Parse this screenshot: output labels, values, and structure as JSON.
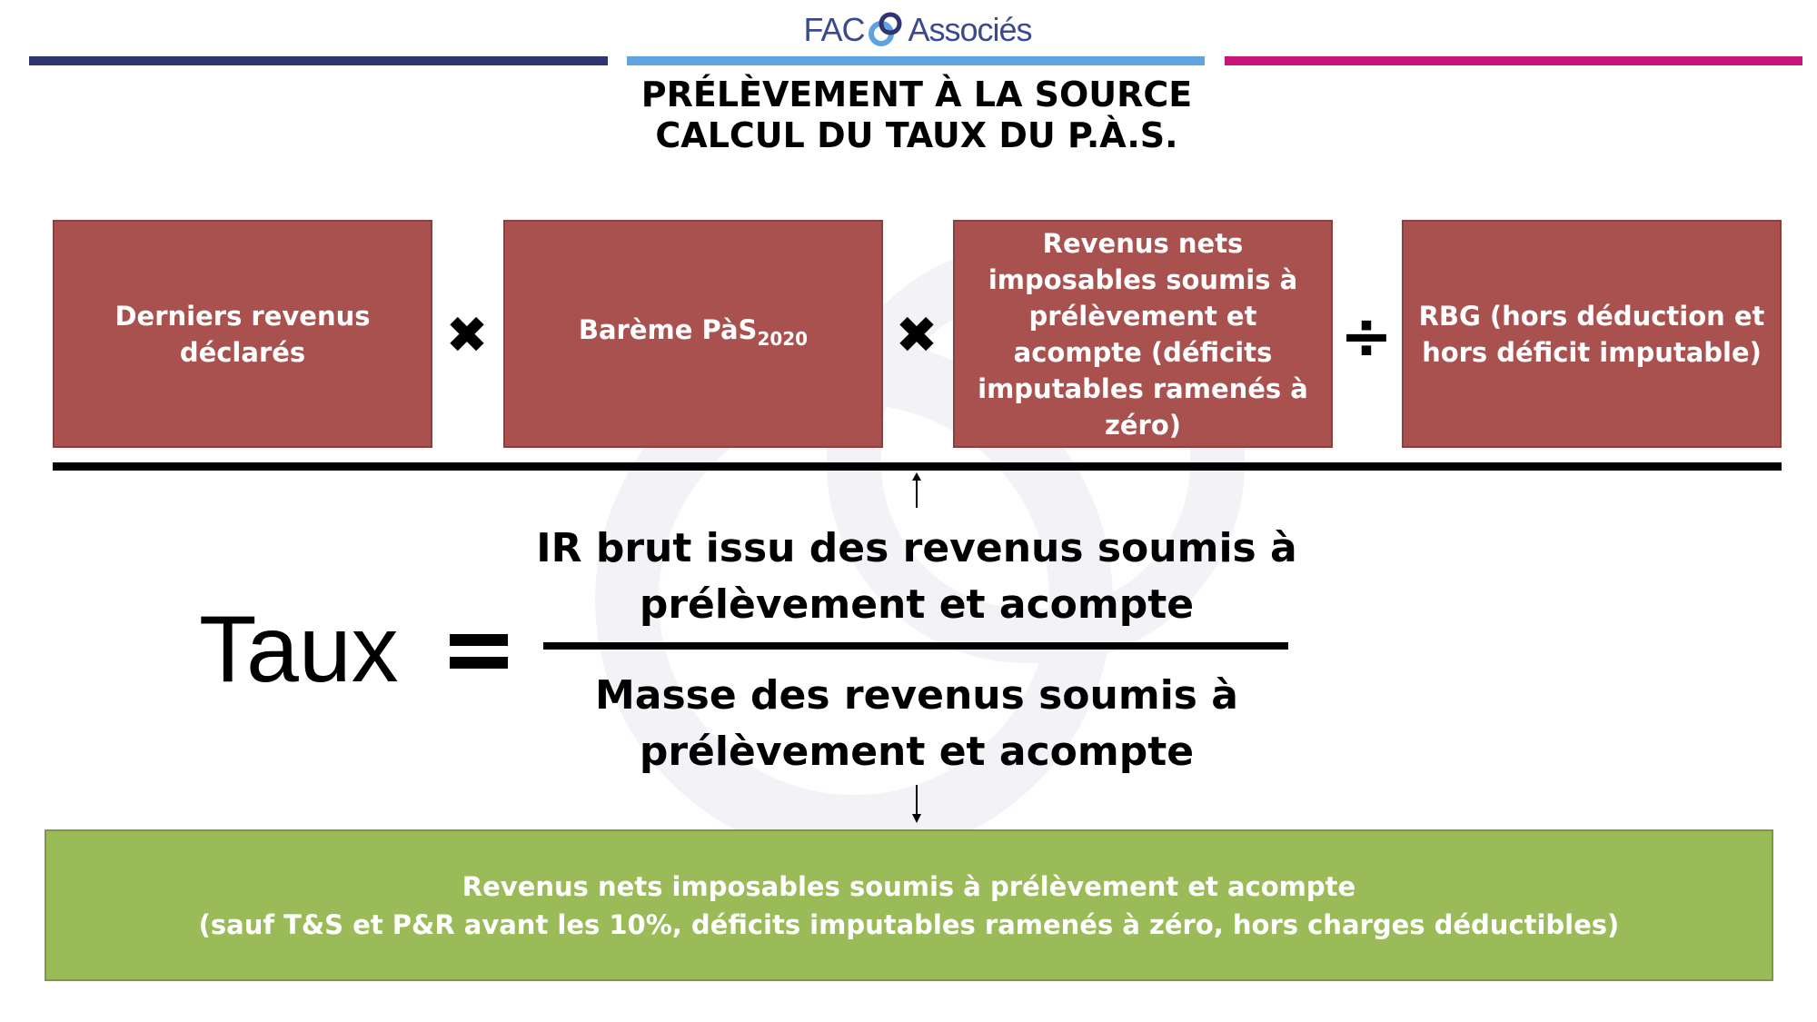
{
  "logo": {
    "left": "FAC",
    "right": "Associés"
  },
  "colors": {
    "navy": "#2e3570",
    "light_blue": "#5ea4e0",
    "magenta": "#c8157a",
    "box_red": "#a8514f",
    "box_green": "#9bbb59"
  },
  "title": {
    "line1": "PRÉLÈVEMENT À LA SOURCE",
    "line2": "CALCUL DU TAUX DU P.À.S."
  },
  "formula_boxes": [
    {
      "text": "Derniers revenus déclarés"
    },
    {
      "text": "Barème PàS",
      "subscript": "2020"
    },
    {
      "text": "Revenus nets imposables soumis à prélèvement et acompte (déficits imputables ramenés à zéro)"
    },
    {
      "text": "RBG (hors déduction et hors déficit imputable)"
    }
  ],
  "operators": {
    "multiply": "✖",
    "divide": "÷"
  },
  "equation": {
    "lhs": "Taux",
    "equals": "=",
    "numerator": [
      "IR brut issu des revenus soumis à",
      "prélèvement et acompte"
    ],
    "denominator": [
      "Masse des revenus soumis à",
      "prélèvement et acompte"
    ]
  },
  "note_box": {
    "line1": "Revenus nets imposables soumis à prélèvement et acompte",
    "line2": "(sauf T&S et P&R avant les 10%, déficits imputables ramenés à zéro, hors charges déductibles)"
  }
}
